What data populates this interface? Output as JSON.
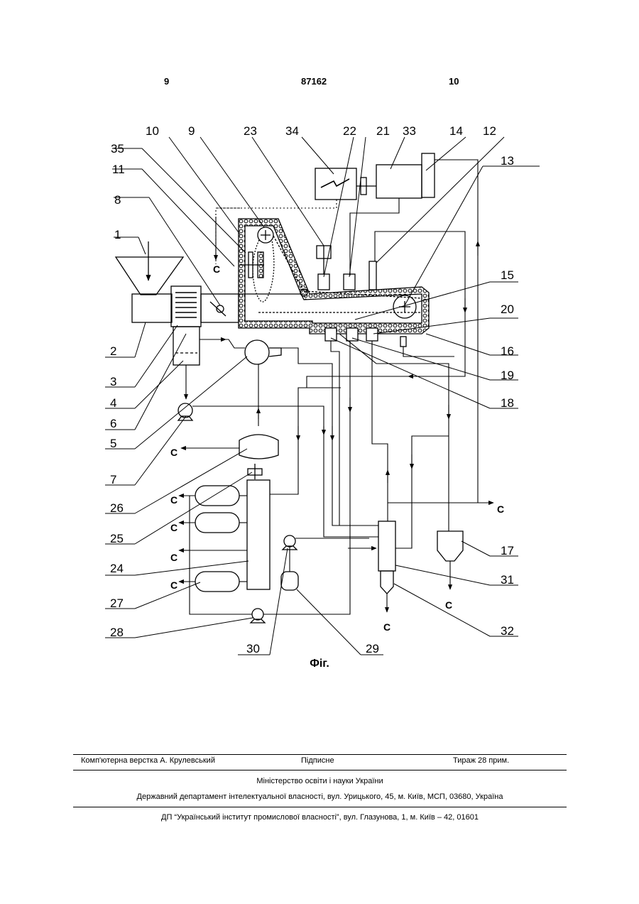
{
  "header": {
    "left_page": "9",
    "patent_number": "87162",
    "right_page": "10"
  },
  "figure": {
    "caption": "Фіг.",
    "callouts": [
      "1",
      "2",
      "3",
      "4",
      "5",
      "6",
      "7",
      "8",
      "9",
      "10",
      "11",
      "12",
      "13",
      "14",
      "15",
      "16",
      "17",
      "18",
      "19",
      "20",
      "21",
      "22",
      "23",
      "24",
      "25",
      "26",
      "27",
      "28",
      "29",
      "30",
      "31",
      "32",
      "33",
      "34",
      "35"
    ],
    "outlet_mark": "С"
  },
  "footer": {
    "layout_credit": "Комп'ютерна верстка А. Крулевський",
    "subscription": "Підписне",
    "print_run": "Тираж 28 прим.",
    "ministry": "Міністерство освіти і науки України",
    "department": "Державний департамент інтелектуальної власності, вул. Урицького, 45, м. Київ, МСП, 03680, Україна",
    "institute": "ДП “Український інститут промислової власності”, вул. Глазунова, 1, м. Київ – 42, 01601"
  }
}
